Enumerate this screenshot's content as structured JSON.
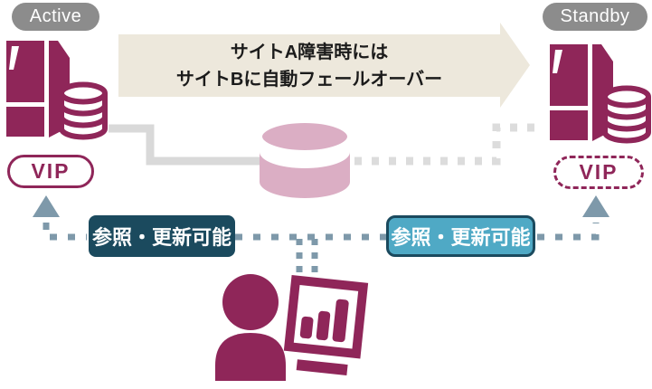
{
  "colors": {
    "maroon": "#8F2659",
    "pink": "#DBAEC4",
    "pill_gray": "#8C8C8C",
    "arrow_beige": "#EDE8DC",
    "steel_blue": "#7E99AA",
    "teal_dark": "#1B4A5E",
    "teal_light": "#4FA9C5",
    "line_gray": "#D9D9D9",
    "line_gray_dash": "#DCDCDC",
    "text_dark": "#1B1B1B"
  },
  "site_a": {
    "status_label": "Active",
    "vip_label": "VIP"
  },
  "site_b": {
    "status_label": "Standby",
    "vip_label": "VIP"
  },
  "failover_arrow": {
    "line1": "サイトA障害時には",
    "line2": "サイトBに自動フェールオーバー"
  },
  "access_left": {
    "label": "参照・更新可能"
  },
  "access_right": {
    "label": "参照・更新可能"
  },
  "icons": {
    "site_a_server": "server-database-icon",
    "site_b_server": "server-database-icon",
    "shared_storage": "database-cylinder-icon",
    "client": "user-monitor-icon",
    "vip_arrow_left": "up-arrow-icon",
    "vip_arrow_right": "up-arrow-icon",
    "failover": "right-arrow-shape"
  }
}
